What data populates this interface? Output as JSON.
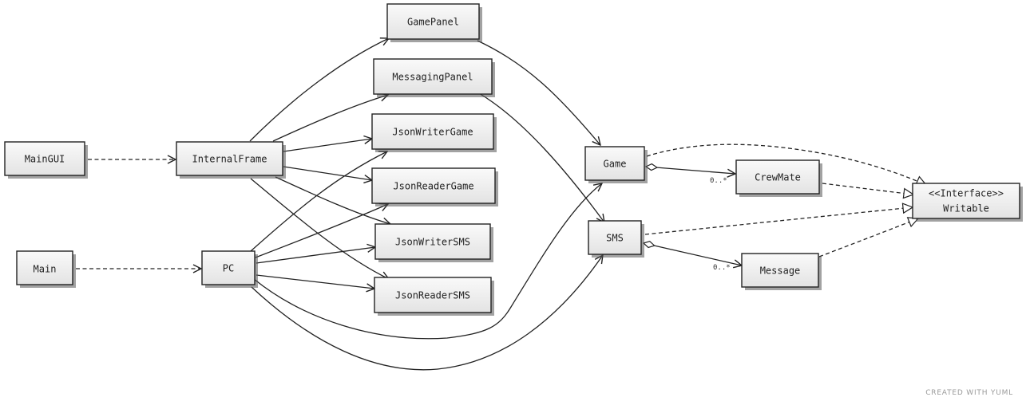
{
  "diagram": {
    "nodes": {
      "gamepanel": "GamePanel",
      "messagingpanel": "MessagingPanel",
      "jsonwritergame": "JsonWriterGame",
      "jsonreadergame": "JsonReaderGame",
      "jsonwritersms": "JsonWriterSMS",
      "jsonreadersms": "JsonReaderSMS",
      "maingui": "MainGUI",
      "internalframe": "InternalFrame",
      "main": "Main",
      "pc": "PC",
      "game": "Game",
      "sms": "SMS",
      "crewmate": "CrewMate",
      "message": "Message",
      "writable_line1": "<<Interface>>",
      "writable_line2": "Writable"
    },
    "multiplicities": {
      "game_crewmate": "0..*",
      "sms_message": "0..*"
    }
  },
  "footer": {
    "credit": "CREATED WITH YUML"
  }
}
